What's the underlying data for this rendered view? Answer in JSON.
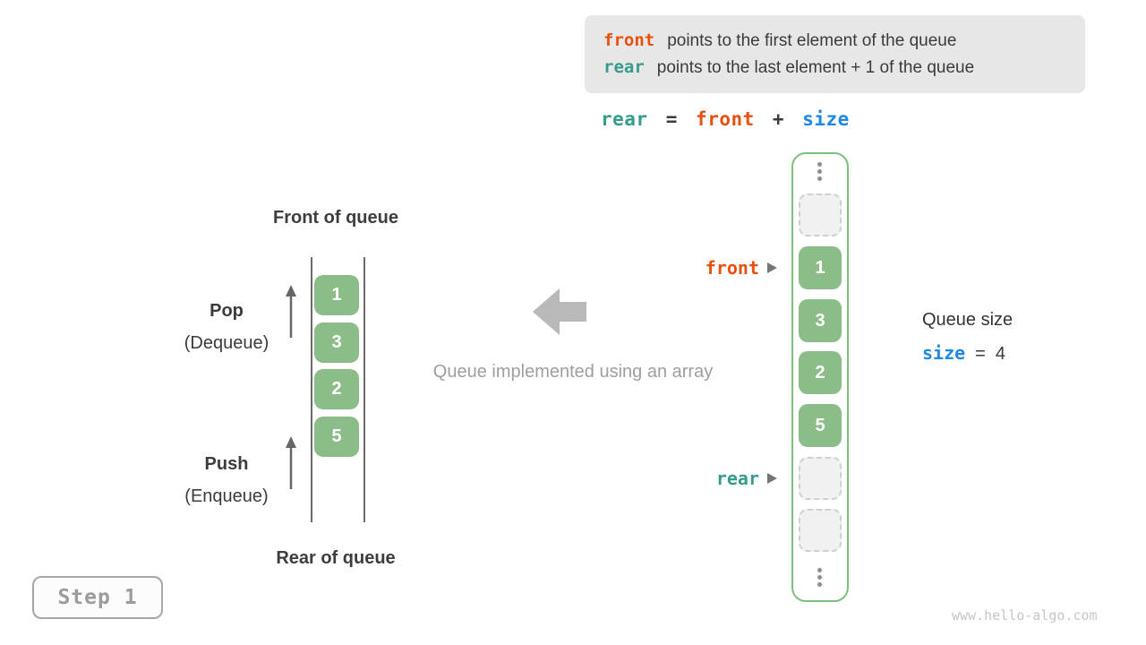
{
  "colors": {
    "front_orange": "#e8500e",
    "rear_teal": "#349c8c",
    "size_blue": "#1e88e5",
    "cell_green": "#8cbd88",
    "array_border_green": "#7cc07c",
    "info_box_bg": "#e7e7e7",
    "muted_gray": "#9e9e9e"
  },
  "info_box": {
    "line1": {
      "keyword": "front",
      "text": "points to the first element of the queue"
    },
    "line2": {
      "keyword": "rear",
      "text": "points to the last element + 1 of the queue"
    }
  },
  "formula": {
    "lhs": "rear",
    "equals": "=",
    "term1": "front",
    "plus": "+",
    "term2": "size"
  },
  "stack_diagram": {
    "front_label": "Front of queue",
    "rear_label": "Rear of queue",
    "pop": {
      "title": "Pop",
      "subtitle": "(Dequeue)"
    },
    "push": {
      "title": "Push",
      "subtitle": "(Enqueue)"
    },
    "values": [
      "1",
      "3",
      "2",
      "5"
    ]
  },
  "center": {
    "caption": "Queue implemented using an array"
  },
  "array_diagram": {
    "front_pointer": "front",
    "rear_pointer": "rear",
    "values": [
      "1",
      "3",
      "2",
      "5"
    ]
  },
  "size_info": {
    "title": "Queue size",
    "variable": "size",
    "equals": "=",
    "value": "4"
  },
  "step_badge": {
    "label": "Step 1"
  },
  "watermark": "www.hello-algo.com"
}
